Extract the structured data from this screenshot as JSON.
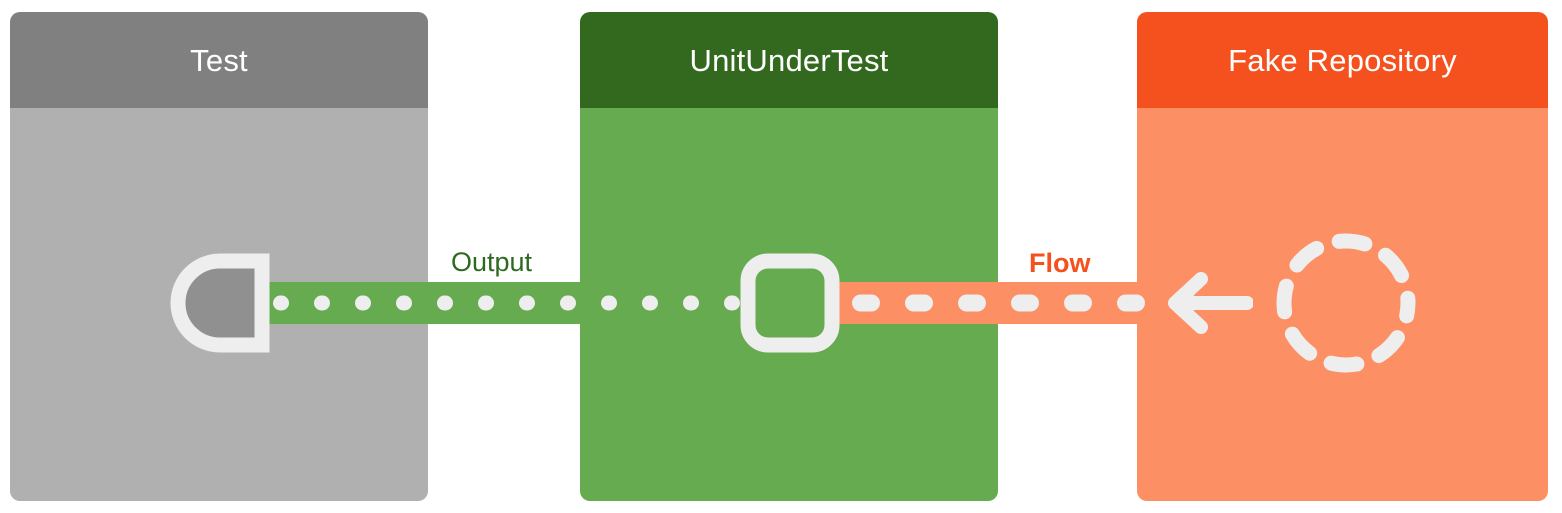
{
  "diagram": {
    "type": "sequence-collaboration",
    "background": "#ffffff",
    "lifelines": [
      {
        "id": "test",
        "title": "Test",
        "header_color": "#808080",
        "body_color": "#b0b0b0",
        "title_color": "#ffffff"
      },
      {
        "id": "unit-under-test",
        "title": "UnitUnderTest",
        "header_color": "#33691e",
        "body_color": "#67ab51",
        "title_color": "#ffffff"
      },
      {
        "id": "fake-repository",
        "title": "Fake Repository",
        "header_color": "#f4511e",
        "body_color": "#fc8f63",
        "title_color": "#ffffff"
      }
    ],
    "connections": [
      {
        "id": "output",
        "label": "Output",
        "label_color": "#2d6a20",
        "bar_color": "#67ab51",
        "dot_color": "#eeeeee",
        "from": "test",
        "to": "unit-under-test",
        "style": "dotted",
        "bold": false,
        "dot_count": 15
      },
      {
        "id": "flow",
        "label": "Flow",
        "label_color": "#f4511e",
        "bar_color": "#fc8f63",
        "dot_color": "#eeeeee",
        "from": "unit-under-test",
        "to": "fake-repository",
        "style": "dashed",
        "bold": true,
        "dot_count": 7
      }
    ],
    "glyphs": [
      {
        "id": "socket",
        "name": "provided-interface-socket-icon",
        "on": "test",
        "stroke_color": "#eeeeee",
        "fill_color": "#909090"
      },
      {
        "id": "square",
        "name": "rounded-square-icon",
        "on": "unit-under-test",
        "stroke_color": "#eeeeee",
        "fill_color": "#67ab51"
      },
      {
        "id": "arrow",
        "name": "arrow-left-icon",
        "on": "fake-repository",
        "stroke_color": "#eeeeee",
        "direction": "left"
      },
      {
        "id": "dashed-circle",
        "name": "dashed-circle-icon",
        "on": "fake-repository",
        "stroke_color": "#eeeeee",
        "dash_count": 8
      }
    ]
  }
}
